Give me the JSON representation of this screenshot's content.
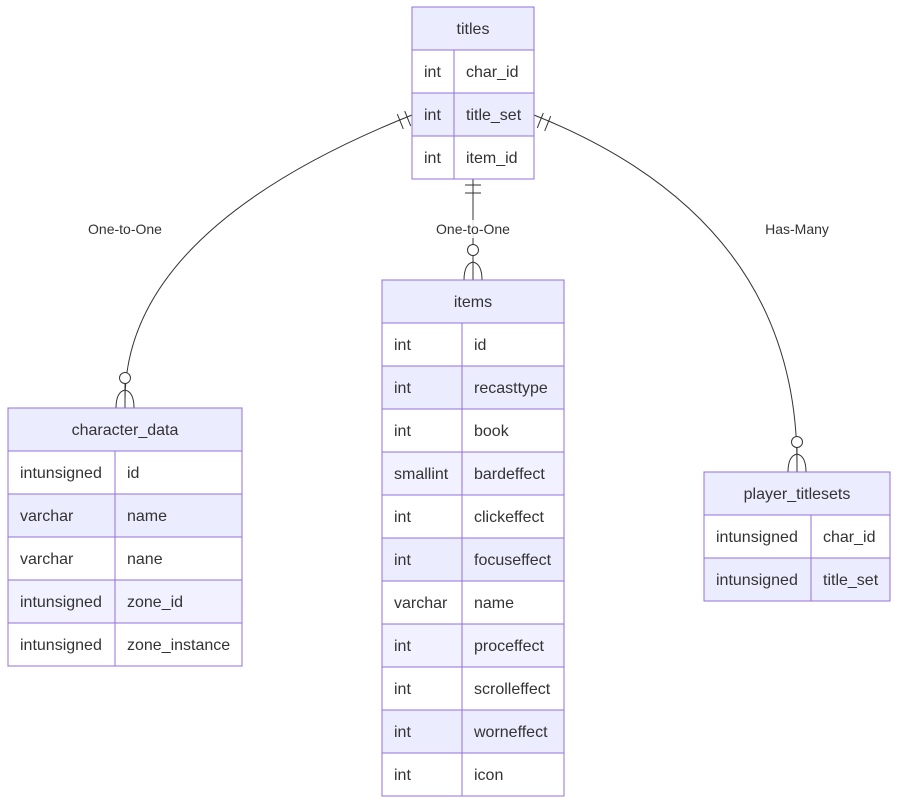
{
  "colors": {
    "header_fill": "#ECECFF",
    "row_odd_fill": "#FFFFFF",
    "row_even_fill": "#ECECFF",
    "row_even_alt_fill": "#F2F1FF",
    "border": "#9370DB",
    "line": "#333333",
    "text": "#333333"
  },
  "entities": [
    {
      "id": "titles",
      "name": "titles",
      "attributes": [
        {
          "type": "int",
          "name": "char_id"
        },
        {
          "type": "int",
          "name": "title_set"
        },
        {
          "type": "int",
          "name": "item_id"
        }
      ]
    },
    {
      "id": "character_data",
      "name": "character_data",
      "attributes": [
        {
          "type": "intunsigned",
          "name": "id"
        },
        {
          "type": "varchar",
          "name": "name"
        },
        {
          "type": "varchar",
          "name": "nane"
        },
        {
          "type": "intunsigned",
          "name": "zone_id"
        },
        {
          "type": "intunsigned",
          "name": "zone_instance"
        }
      ]
    },
    {
      "id": "items",
      "name": "items",
      "attributes": [
        {
          "type": "int",
          "name": "id"
        },
        {
          "type": "int",
          "name": "recasttype"
        },
        {
          "type": "int",
          "name": "book"
        },
        {
          "type": "smallint",
          "name": "bardeffect"
        },
        {
          "type": "int",
          "name": "clickeffect"
        },
        {
          "type": "int",
          "name": "focuseffect"
        },
        {
          "type": "varchar",
          "name": "name"
        },
        {
          "type": "int",
          "name": "proceffect"
        },
        {
          "type": "int",
          "name": "scrolleffect"
        },
        {
          "type": "int",
          "name": "worneffect"
        },
        {
          "type": "int",
          "name": "icon"
        }
      ]
    },
    {
      "id": "player_titlesets",
      "name": "player_titlesets",
      "attributes": [
        {
          "type": "intunsigned",
          "name": "char_id"
        },
        {
          "type": "intunsigned",
          "name": "title_set"
        }
      ]
    }
  ],
  "relationships": [
    {
      "id": "titles-character_data",
      "from": "titles",
      "to": "character_data",
      "label": "One-to-One",
      "from_cardinality": "exactly-one",
      "to_cardinality": "zero-or-more"
    },
    {
      "id": "titles-items",
      "from": "titles",
      "to": "items",
      "label": "One-to-One",
      "from_cardinality": "exactly-one",
      "to_cardinality": "zero-or-more"
    },
    {
      "id": "titles-player_titlesets",
      "from": "titles",
      "to": "player_titlesets",
      "label": "Has-Many",
      "from_cardinality": "exactly-one",
      "to_cardinality": "zero-or-more"
    }
  ]
}
